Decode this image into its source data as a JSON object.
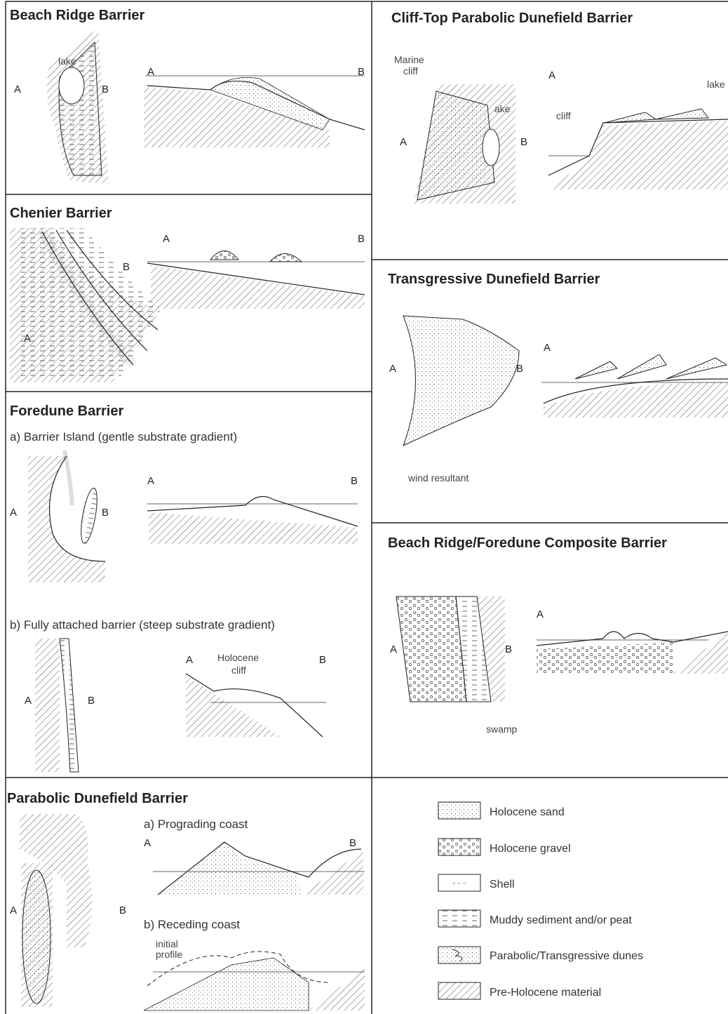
{
  "panels": {
    "beach_ridge": {
      "title": "Beach Ridge Barrier",
      "a": "A",
      "b": "B",
      "lake": "lake"
    },
    "chenier": {
      "title": "Chenier Barrier",
      "a": "A",
      "b": "B"
    },
    "foredune": {
      "title": "Foredune Barrier",
      "sub_a": "a) Barrier Island (gentle substrate gradient)",
      "sub_b": "b) Fully attached barrier (steep substrate gradient)",
      "a": "A",
      "b": "B",
      "holocene": "Holocene",
      "cliff": "cliff"
    },
    "parabolic": {
      "title": "Parabolic Dunefield Barrier",
      "sub_a": "a) Prograding coast",
      "sub_b": "b) Receding coast",
      "a": "A",
      "b": "B",
      "initial": "initial",
      "profile": "profile"
    },
    "cliff_top": {
      "title": "Cliff-Top Parabolic Dunefield Barrier",
      "marine": "Marine",
      "cliff": "cliff",
      "lake_part": "ake",
      "lake": "lake",
      "a": "A",
      "b": "B"
    },
    "transgressive": {
      "title": "Transgressive Dunefield Barrier",
      "a": "A",
      "b": "B",
      "wind": "wind resultant"
    },
    "composite": {
      "title": "Beach Ridge/Foredune Composite Barrier",
      "a": "A",
      "b": "B",
      "swamp": "swamp"
    }
  },
  "legend": [
    {
      "label": "Holocene sand",
      "pattern": "sand"
    },
    {
      "label": "Holocene gravel",
      "pattern": "gravel"
    },
    {
      "label": "Shell",
      "pattern": "shell"
    },
    {
      "label": "Muddy sediment and/or peat",
      "pattern": "mud"
    },
    {
      "label": "Parabolic/Transgressive dunes",
      "pattern": "dunes"
    },
    {
      "label": "Pre-Holocene material",
      "pattern": "hatch"
    }
  ]
}
